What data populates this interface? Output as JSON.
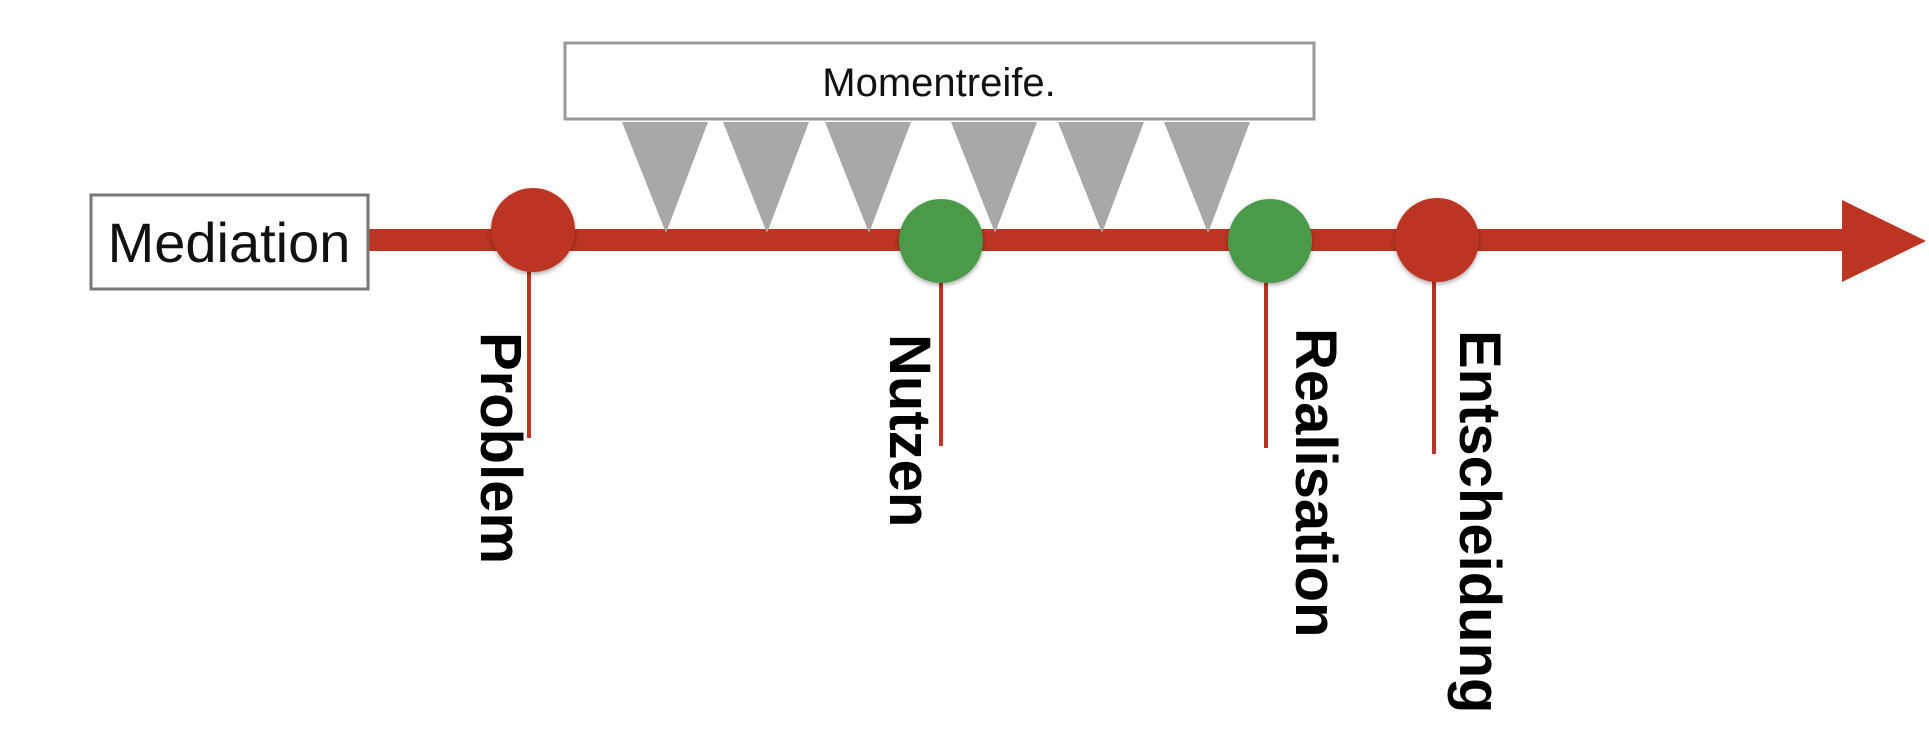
{
  "start": {
    "label": "Mediation"
  },
  "header": {
    "label": "Momentreife."
  },
  "milestones": [
    {
      "label": "Problem",
      "color": "#BB3522"
    },
    {
      "label": "Nutzen",
      "color": "#4B9A4A"
    },
    {
      "label": "Realisation",
      "color": "#4B9A4A"
    },
    {
      "label": "Entscheidung",
      "color": "#BB3522"
    }
  ],
  "colors": {
    "timeline": "#BB3522",
    "box_border": "#999999",
    "start_box_border": "#777777",
    "marker": "#A7A8A7"
  },
  "marker_count": 6
}
